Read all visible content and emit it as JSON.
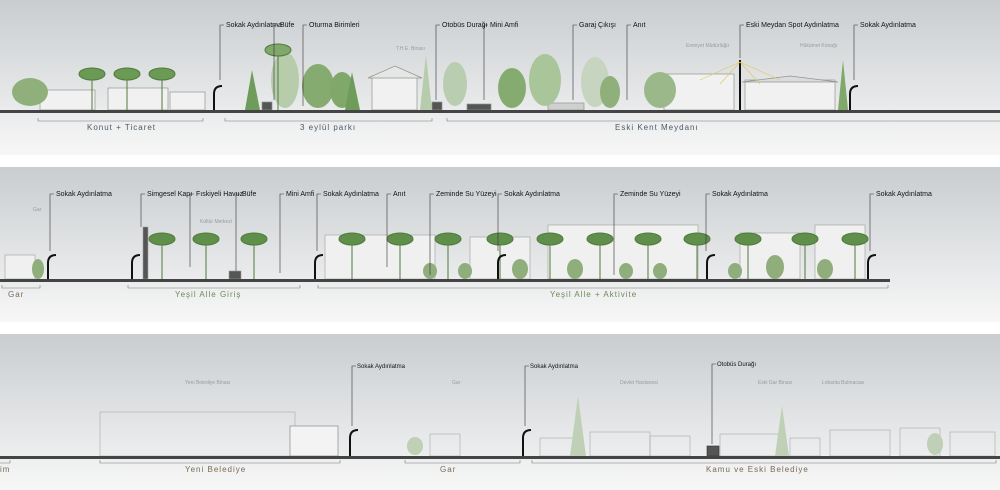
{
  "panels": [
    {
      "id": "p1",
      "labels": [
        "Sokak Aydınlatma",
        "Büfe",
        "Oturma Birimleri",
        "Otobüs Durağı",
        "Mini Amfi",
        "Garaj Çıkışı",
        "Anıt",
        "Eski Meydan Spot Aydınlatma",
        "Sokak Aydınlatma"
      ],
      "faint": [
        "T.H.E. Binası",
        "Emniyet Müdürlüğü",
        "Hükümet Konağı"
      ],
      "zones": [
        "Konut + Ticaret",
        "3 eylül parkı",
        "Eski Kent Meydanı"
      ]
    },
    {
      "id": "p2",
      "labels": [
        "Sokak Aydınlatma",
        "Simgesel Kapı",
        "Fıskiyeli Havuz",
        "Büfe",
        "Mini Amfi",
        "Sokak Aydınlatma",
        "Anıt",
        "Zeminde Su Yüzeyi",
        "Sokak Aydınlatma",
        "Zeminde Su Yüzeyi",
        "Sokak Aydınlatma",
        "Sokak Aydınlatma"
      ],
      "faint": [
        "Gar",
        "Kültür Merkezi"
      ],
      "zones": [
        "Gar",
        "Yeşil Alle Giriş",
        "Yeşil Alle + Aktivite"
      ]
    },
    {
      "id": "p3",
      "labels": [
        "Sokak Aydınlatma",
        "Sokak Aydınlatma",
        "Otobüs Durağı"
      ],
      "faint": [
        "Yeni Belediye Binası",
        "Gar",
        "Devlet Hastanesi",
        "Eski Gar Binası",
        "Lokanta Bulmacası"
      ],
      "zones": [
        "im",
        "Yeni Belediye",
        "Gar",
        "Kamu ve Eski Belediye"
      ]
    }
  ],
  "colors": {
    "tree": "#7fa86a",
    "tree_light": "#a9c69a",
    "palm": "#5f8f4a",
    "building": "#9aa39a",
    "ground": "#444444",
    "panel_top": "#cfd3d6",
    "panel_bottom": "#f6f6f6"
  }
}
